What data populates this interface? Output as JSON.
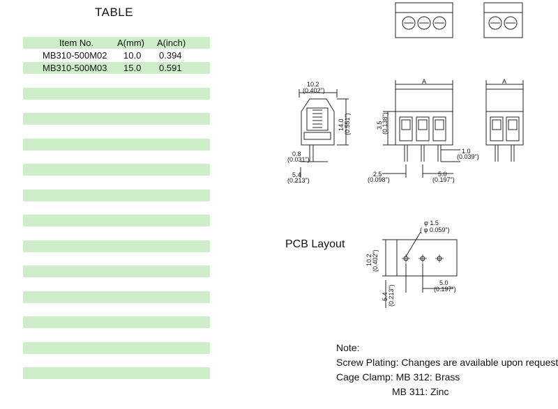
{
  "table": {
    "title": "TABLE",
    "headers": [
      "Item No.",
      "A(mm)",
      "A(inch)"
    ],
    "rows": [
      [
        "MB310-500M02",
        "10.0",
        "0.394"
      ],
      [
        "MB310-500M03",
        "15.0",
        "0.591"
      ]
    ],
    "stripe_color": "#cdeec9"
  },
  "drawing": {
    "side_width_mm": "10.2",
    "side_width_in": "(0.402\")",
    "side_height_mm": "14.0",
    "side_height_in": "(0.551\")",
    "pin_thickness_mm": "0.8",
    "pin_thickness_in": "(0.031\")",
    "pin_offset_mm": "5.4",
    "pin_offset_in": "(0.213\")",
    "front_dim_label": "A",
    "side2_dim_label": "A",
    "body_height_mm": "3.5",
    "body_height_in": "(0.138\")",
    "pin_len_mm": "1.0",
    "pin_len_in": "(0.039\")",
    "edge_mm": "2.5",
    "edge_in": "(0.098\")",
    "pitch_mm": "5.0",
    "pitch_in": "(0.197\")"
  },
  "pcb": {
    "title": "PCB Layout",
    "hole_dia_mm": "φ 1.5",
    "hole_dia_in": "( φ 0.059\")",
    "height_mm": "10.2",
    "height_in": "(0.402\")",
    "pitch_mm": "5.0",
    "pitch_in": "(0.197\")",
    "offset_mm": "5.4",
    "offset_in": "(0.213\")"
  },
  "notes": {
    "heading": "Note:",
    "line1": "Screw Plating: Changes are available upon request",
    "line2": "Cage Clamp: MB 312: Brass",
    "line3": "MB 311: Zinc"
  }
}
